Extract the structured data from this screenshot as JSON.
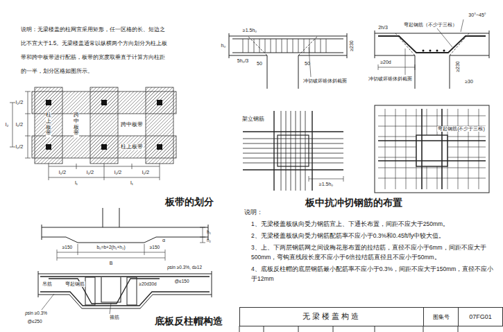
{
  "diagram": {
    "nodes": [
      {
        "text": [
          "无梁楼盖构造"
        ]
      },
      {
        "text": [
          "图集号"
        ]
      },
      {
        "text": [
          "07FG01"
        ]
      }
    ],
    "labels": [
      "说明：无梁楼盖的柱网宜采用矩形，任一区格的长、短边之比不宜大于1.5。无梁楼盖通常以纵横两个方向划分为柱上板带和跨中板带进行配筋，板带的宽度取垂直于计算方向柱距的一半，划分区格如图所示。",
      "l₂/2",
      "l₁/2",
      "l₂/2",
      "l₂",
      "柱上板带",
      "跨中板带",
      "跨中板带",
      "柱上板带",
      "l₁/2",
      "l₁/2",
      "l₁/2",
      "l₁/2",
      "l₁",
      "l₁",
      "板带的划分",
      "≥1.5h₀",
      "h₀",
      "5h₀/3",
      "50",
      "50",
      "≥230",
      "冲切破坏锥体斜截面",
      "30°~45°",
      "2h/3",
      "弯起钢筋（不少于三根）",
      "≥20d",
      "≥230",
      "≥30",
      "冲切破坏锥体斜截面",
      "架立钢筋",
      "≥1.5h₀",
      "弯起钢筋(不少于三根)",
      "板中抗冲切钢筋的布置",
      "h₁",
      "h₂",
      "α",
      "≥150",
      "b₀=b+2(h₁+h₂)",
      "≥150",
      "B",
      "ρsin ≥0.3%, d≥12",
      "@≤150",
      "≥20d30d",
      "吊筋",
      "弯起钢筋",
      "ρsin ≥0.3%",
      "@≤250",
      "箍筋",
      "底板反柱帽构造",
      "说明：",
      "1、无梁楼盖板纵向受力钢筋宜上、下通长布置，间距不应大于250mm。",
      "2、无梁楼盖板纵向受力钢筋配筋率不应小于0.3%和0.45ft/fy中较大值。",
      "3、上、下两层钢筋网之间设梅花形布置的拉结筋，直径不应小于6mm，间距不应大于500mm，弯钩直线段长度不应小于6倍拉结筋直径且不应小于50mm。",
      "4、底板反柱帽的底层钢筋最小配筋率不应小于0.3%，间距不应大于150mm，直径不应小于12mm"
    ]
  }
}
